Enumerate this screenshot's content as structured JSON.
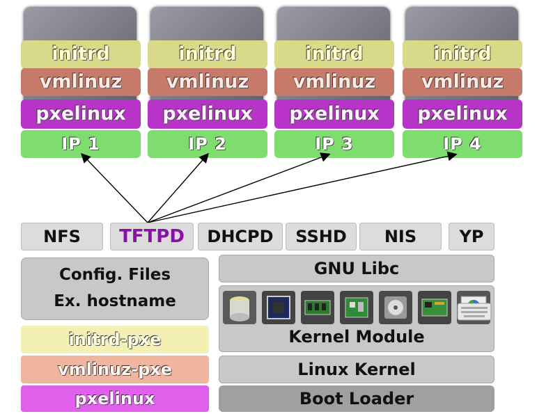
{
  "clients": [
    {
      "initrd": "initrd",
      "vmlinuz": "vmlinuz",
      "pxelinux": "pxelinux",
      "ip": "IP 1"
    },
    {
      "initrd": "initrd",
      "vmlinuz": "vmlinuz",
      "pxelinux": "pxelinux",
      "ip": "IP 2"
    },
    {
      "initrd": "initrd",
      "vmlinuz": "vmlinuz",
      "pxelinux": "pxelinux",
      "ip": "IP 3"
    },
    {
      "initrd": "initrd",
      "vmlinuz": "vmlinuz",
      "pxelinux": "pxelinux",
      "ip": "IP 4"
    }
  ],
  "services": {
    "nfs": "NFS",
    "tftpd": "TFTPD",
    "dhcpd": "DHCPD",
    "sshd": "SSHD",
    "nis": "NIS",
    "yp": "YP"
  },
  "config": {
    "line1": "Config. Files",
    "line2": "Ex. hostname"
  },
  "server_files": {
    "initrd": "initrd-pxe",
    "vmlinuz": "vmlinuz-pxe",
    "pxelinux": "pxelinux"
  },
  "stack": {
    "libc": "GNU Libc",
    "kernel_module": "Kernel Module",
    "linux_kernel": "Linux Kernel",
    "boot_loader": "Boot Loader"
  },
  "colors": {
    "initrd": "#d9d98a",
    "vmlinuz": "#c87a6a",
    "pxelinux": "#b833c8",
    "ip": "#7fdc6f",
    "tftpd_text": "#8b10a8",
    "server_initrd": "#f3f0b4",
    "server_vmlinuz": "#f0b59e",
    "server_pxelinux": "#e060ec"
  },
  "hardware_icons": [
    "disk-drive-icon",
    "cpu-chip-icon",
    "memory-module-icon",
    "network-card-icon",
    "hard-disk-icon",
    "expansion-card-icon",
    "video-card-icon",
    "keyboard-icon"
  ]
}
